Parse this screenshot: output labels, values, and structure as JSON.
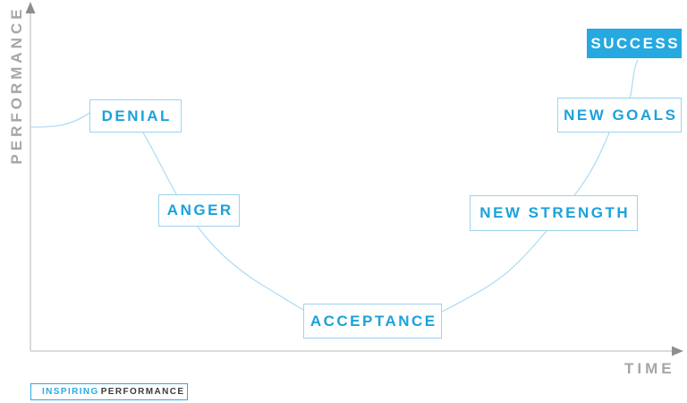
{
  "diagram": {
    "title": "change-curve",
    "type": "conceptual line diagram (change curve)",
    "axes": {
      "y_label": "PERFORMANCE",
      "x_label": "TIME"
    },
    "stages": [
      {
        "label": "DENIAL",
        "order": 1,
        "style": "outline"
      },
      {
        "label": "ANGER",
        "order": 2,
        "style": "outline"
      },
      {
        "label": "ACCEPTANCE",
        "order": 3,
        "style": "outline"
      },
      {
        "label": "NEW STRENGTH",
        "order": 4,
        "style": "outline"
      },
      {
        "label": "NEW GOALS",
        "order": 5,
        "style": "outline"
      },
      {
        "label": "SUCCESS",
        "order": 6,
        "style": "filled"
      }
    ],
    "curve_shape": "starts flat at mid performance, small rise at DENIAL, falls through ANGER to a low valley at ACCEPTANCE, rises through NEW STRENGTH and NEW GOALS to a high at SUCCESS"
  },
  "colors": {
    "accent_cyan": "#29abe2",
    "label_text_blue": "#1ba2da",
    "box_border_blue": "#9dd3ee",
    "curve_blue": "#b0ddf4",
    "axis_line_gray": "#cfcfd1",
    "axis_arrow_gray": "#8e8e90",
    "axis_label_gray": "#a5a6a9",
    "logo_dark": "#3c3c3e"
  },
  "logo": {
    "part1": "INSPIRING",
    "part2": "PERFORMANCE"
  }
}
